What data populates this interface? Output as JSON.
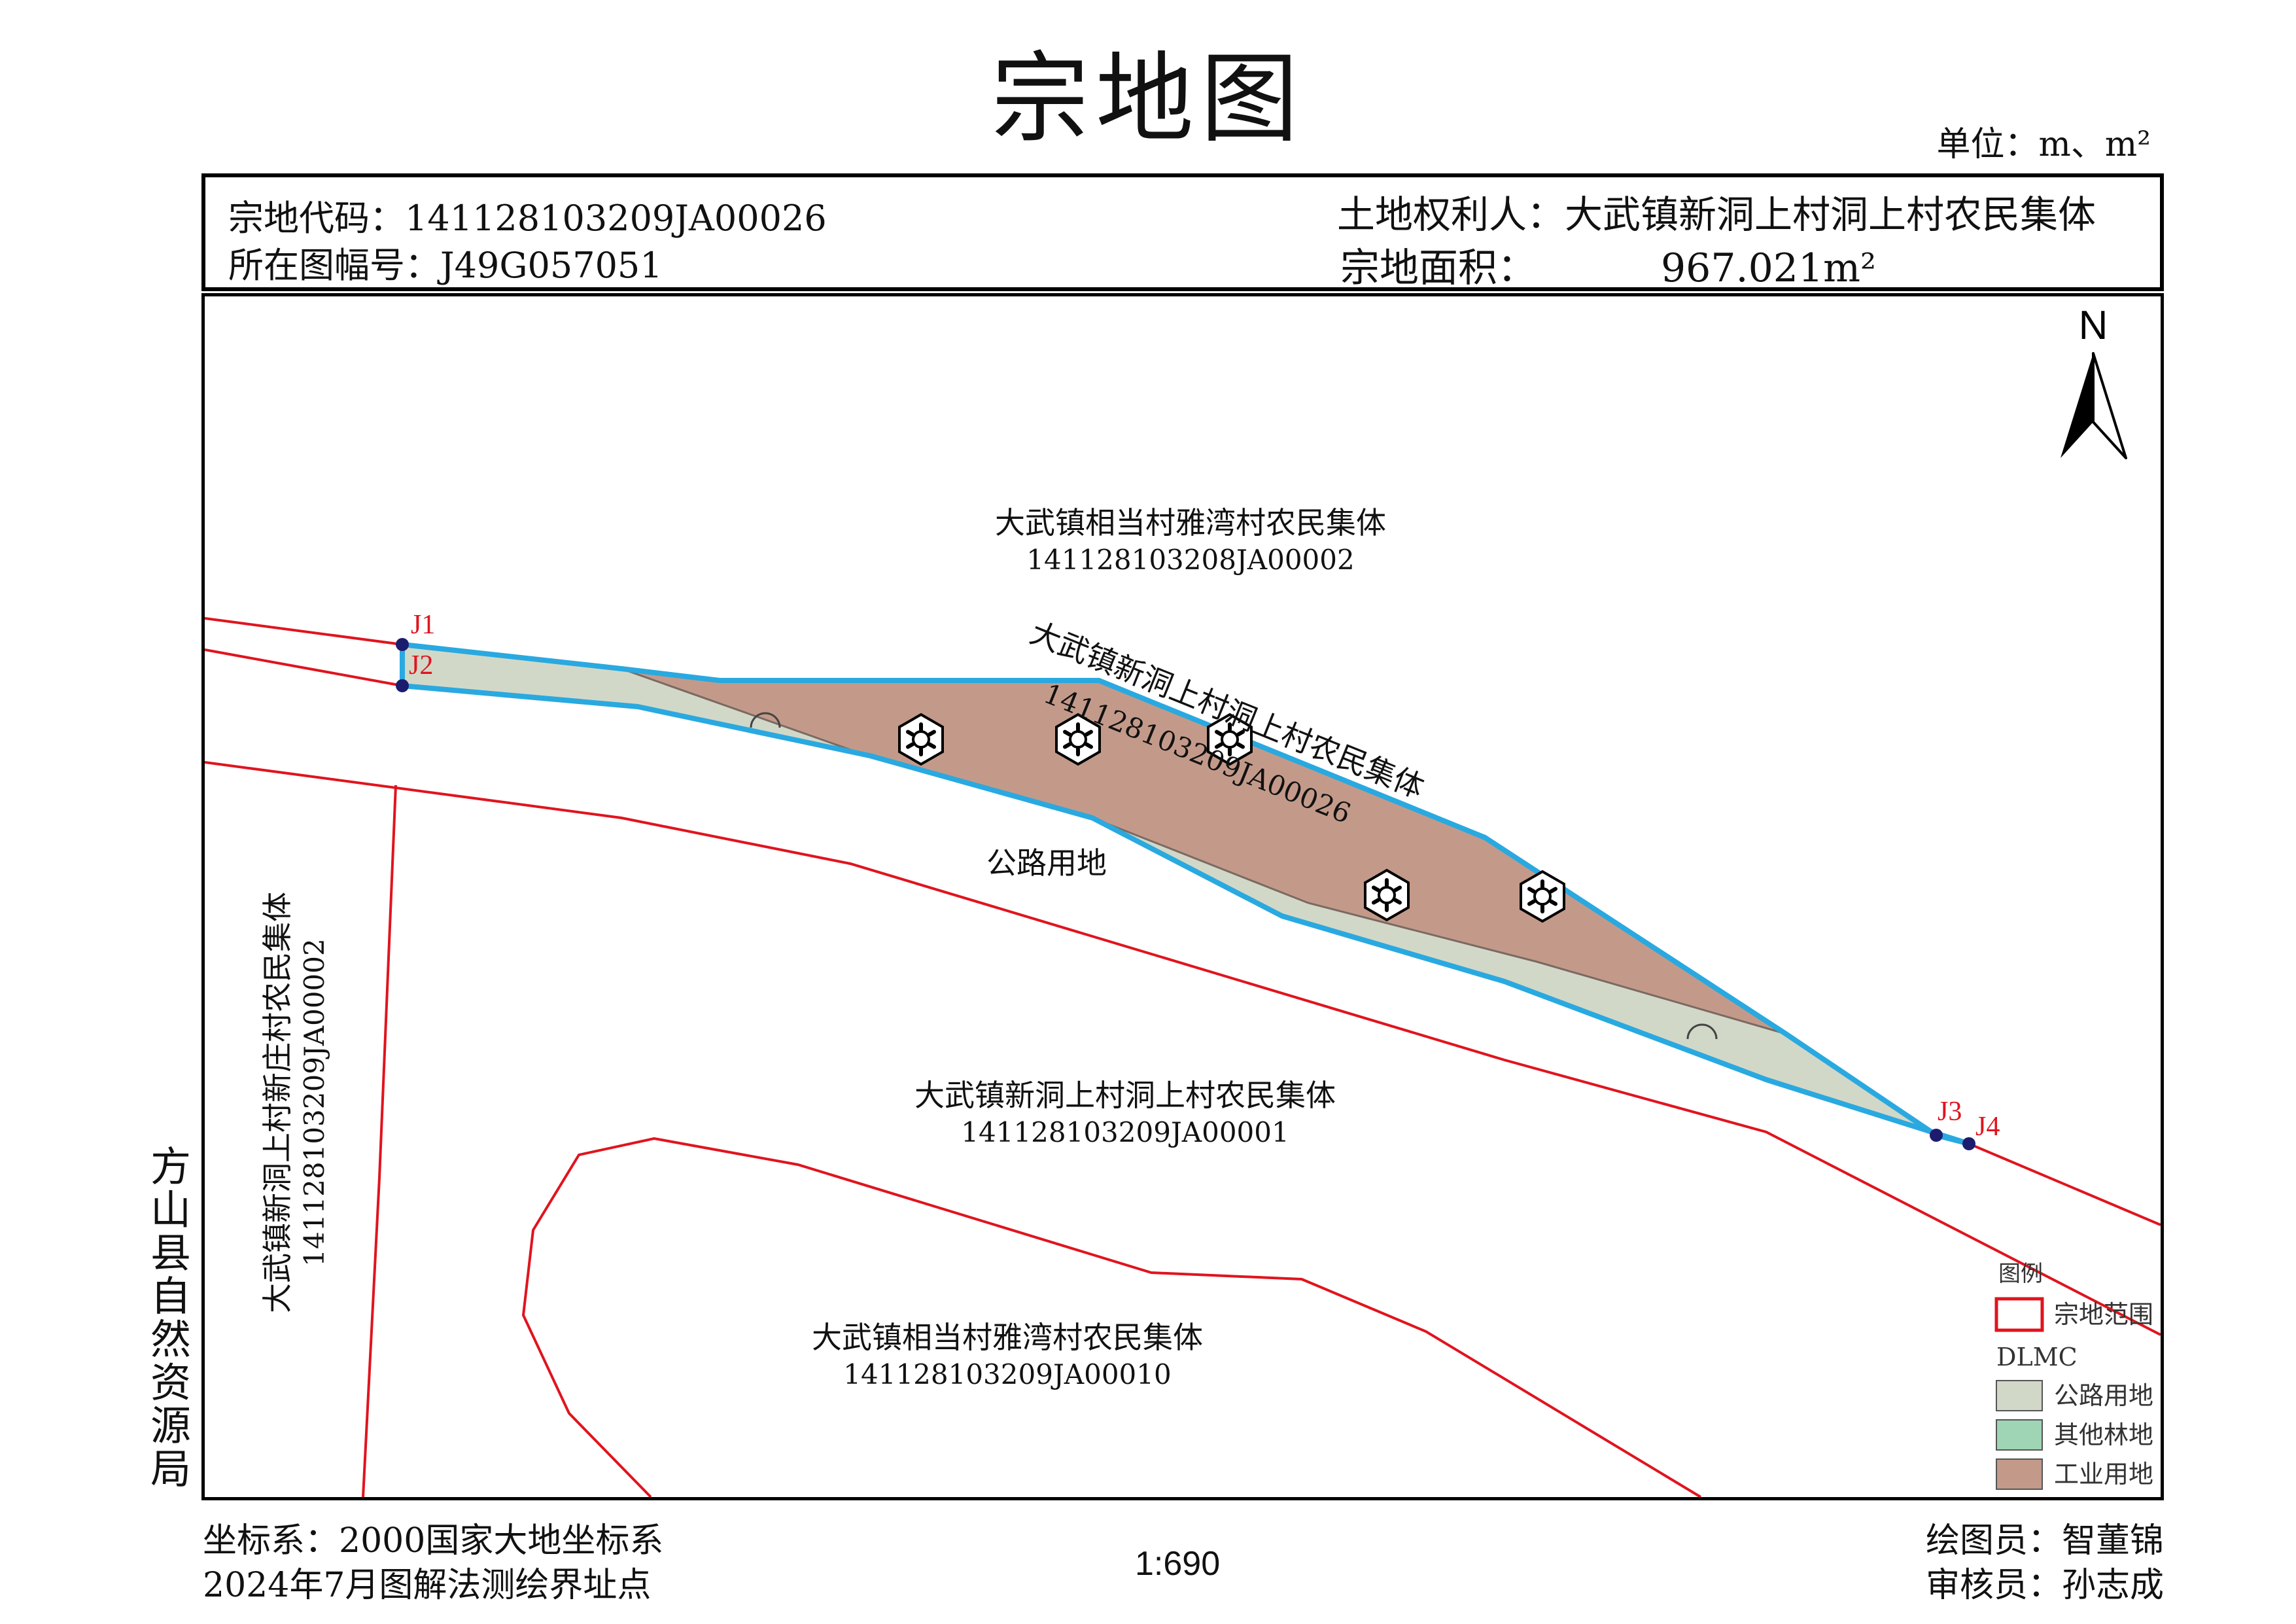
{
  "title": "宗地图",
  "unit": "单位：m、m²",
  "header": {
    "parcel_code_label": "宗地代码：",
    "parcel_code": "141128103209JA00026",
    "sheet_label": "所在图幅号：",
    "sheet": "J49G057051",
    "owner_label": "土地权利人：",
    "owner": "大武镇新洞上村洞上村农民集体",
    "area_label": "宗地面积：",
    "area": "967.021m²"
  },
  "map": {
    "north": "N",
    "labels": {
      "north_parcel_name": "大武镇相当村雅湾村农民集体",
      "north_parcel_code": "141128103208JA00002",
      "subject_parcel_name": "大武镇新洞上村洞上村农民集体",
      "subject_parcel_code": "141128103209JA00026",
      "road": "公路用地",
      "south_parcel_name": "大武镇新洞上村洞上村农民集体",
      "south_parcel_code": "141128103209JA00001",
      "southwest_parcel_name": "大武镇相当村雅湾村农民集体",
      "southwest_parcel_code": "141128103209JA00010",
      "west_parcel_name": "大武镇新洞上村新庄村农民集体",
      "west_parcel_code": "141128103209JA00002"
    },
    "points": [
      "J1",
      "J2",
      "J3",
      "J4"
    ],
    "colors": {
      "boundary_red": "#e0141e",
      "parcel_blue": "#29a9e0",
      "road_fill": "#d2d8c8",
      "forest_fill": "#9fd4b4",
      "industrial_fill": "#c39a8a"
    }
  },
  "legend": {
    "title": "图例",
    "boundary": "宗地范围",
    "dlmc": "DLMC",
    "items": [
      "公路用地",
      "其他林地",
      "工业用地"
    ]
  },
  "side_label": "方山县自然资源局",
  "footer": {
    "crs": "坐标系：2000国家大地坐标系",
    "date": "2024年7月图解法测绘界址点",
    "scale": "1:690",
    "drafter": "绘图员：智董锦",
    "reviewer": "审核员：孙志成"
  }
}
